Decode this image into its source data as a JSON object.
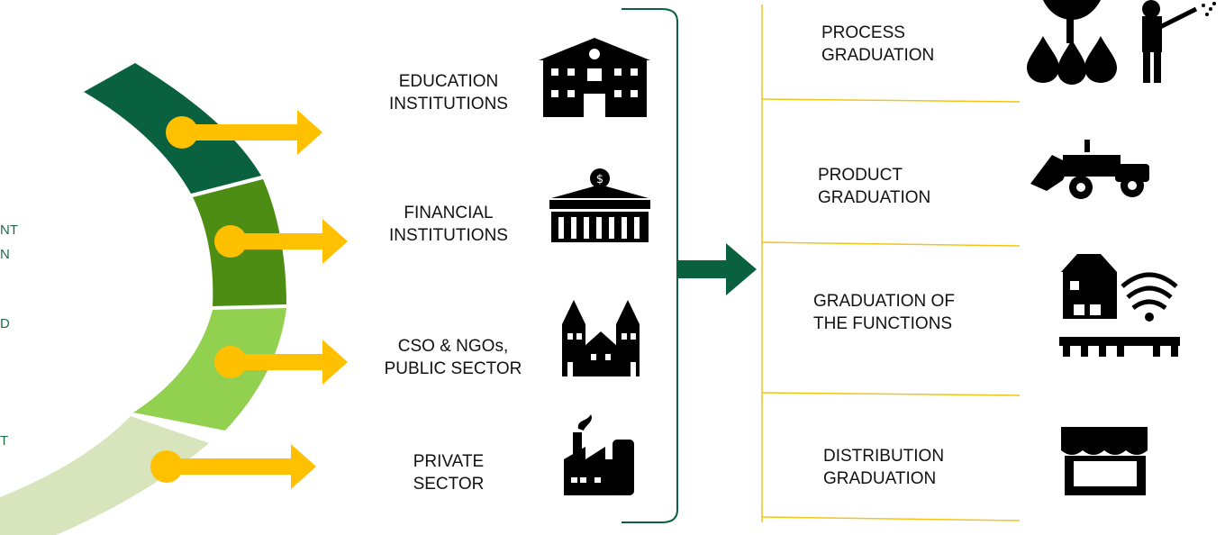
{
  "left_partial_text": [
    "NT",
    "N",
    "D",
    "T"
  ],
  "colors": {
    "seg_dark": "#09613f",
    "seg_mid": "#4d8d14",
    "seg_light": "#92d050",
    "seg_pale": "#d7e4bc",
    "arrow_yellow": "#ffc000",
    "arrow_green": "#09613f",
    "bracket": "#09613f",
    "divider": "#f2c418"
  },
  "stakeholders": [
    {
      "label": "EDUCATION INSTITUTIONS",
      "lines": [
        "EDUCATION",
        "INSTITUTIONS"
      ],
      "icon": "school-building-icon"
    },
    {
      "label": "FINANCIAL INSTITUTIONS",
      "lines": [
        "FINANCIAL",
        "INSTITUTIONS"
      ],
      "icon": "bank-icon"
    },
    {
      "label": "CSO & NGOs, PUBLIC SECTOR",
      "lines": [
        "CSO & NGOs,",
        "PUBLIC SECTOR"
      ],
      "icon": "public-buildings-icon"
    },
    {
      "label": "PRIVATE SECTOR",
      "lines": [
        "PRIVATE",
        "SECTOR"
      ],
      "icon": "factory-icon"
    }
  ],
  "graduations": [
    {
      "label": "PROCESS GRADUATION",
      "lines": [
        "PROCESS",
        "GRADUATION"
      ],
      "icon": "plant-drops-farmer-icon"
    },
    {
      "label": "PRODUCT GRADUATION",
      "lines": [
        "PRODUCT",
        "GRADUATION"
      ],
      "icon": "tractor-icon"
    },
    {
      "label": "GRADUATION OF THE FUNCTIONS",
      "lines": [
        "GRADUATION OF",
        "THE FUNCTIONS"
      ],
      "icon": "warehouse-wifi-icon"
    },
    {
      "label": "DISTRIBUTION GRADUATION",
      "lines": [
        "DISTRIBUTION",
        "GRADUATION"
      ],
      "icon": "market-stall-icon"
    }
  ]
}
